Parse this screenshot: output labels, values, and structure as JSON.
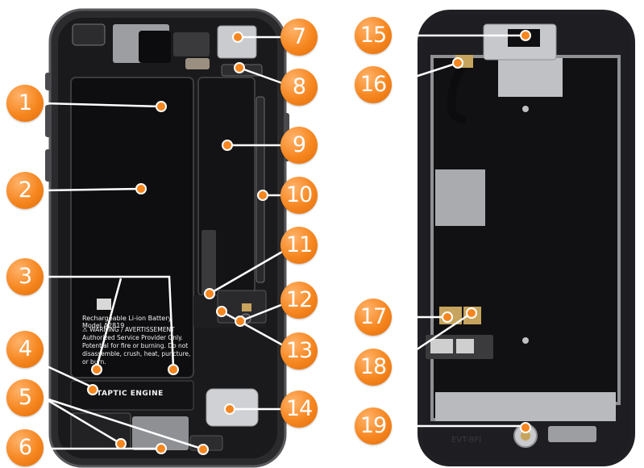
{
  "battery_label": {
    "model": "Rechargeable Li-ion Battery  Model A2819",
    "warning": "⚠ WARNING / AVERTISSEMENT  Authorized Service Provider Only. Potential for fire or burning. Do not disassemble, crush, heat, puncture, or burn."
  },
  "taptic_label": " TAPTIC ENGINE",
  "display_marking": "EVT-BFI",
  "callouts": [
    {
      "number": "1"
    },
    {
      "number": "2"
    },
    {
      "number": "3"
    },
    {
      "number": "4"
    },
    {
      "number": "5"
    },
    {
      "number": "6"
    },
    {
      "number": "7"
    },
    {
      "number": "8"
    },
    {
      "number": "9"
    },
    {
      "number": "10"
    },
    {
      "number": "11"
    },
    {
      "number": "12"
    },
    {
      "number": "13"
    },
    {
      "number": "14"
    },
    {
      "number": "15"
    },
    {
      "number": "16"
    },
    {
      "number": "17"
    },
    {
      "number": "18"
    },
    {
      "number": "19"
    }
  ],
  "colors": {
    "callout": "#f6861f",
    "leader": "#ffffff",
    "frame": "#3a3a3c",
    "board": "#1c1c1e"
  }
}
